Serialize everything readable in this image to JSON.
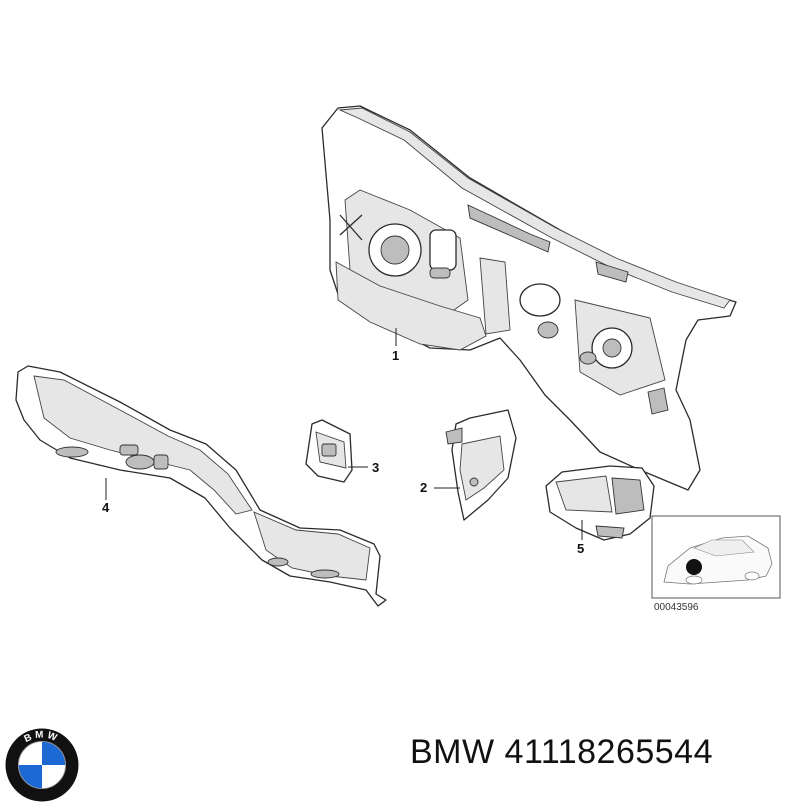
{
  "callouts": {
    "p1": "1",
    "p2": "2",
    "p3": "3",
    "p4": "4",
    "p5": "5"
  },
  "reference_code": "00043596",
  "logo": {
    "brand_letters": "BMW",
    "colors": {
      "blue": "#1c69d4",
      "white": "#ffffff",
      "ring": "#111111"
    }
  },
  "caption": {
    "brand": "BMW",
    "part_number": "41118265544"
  }
}
